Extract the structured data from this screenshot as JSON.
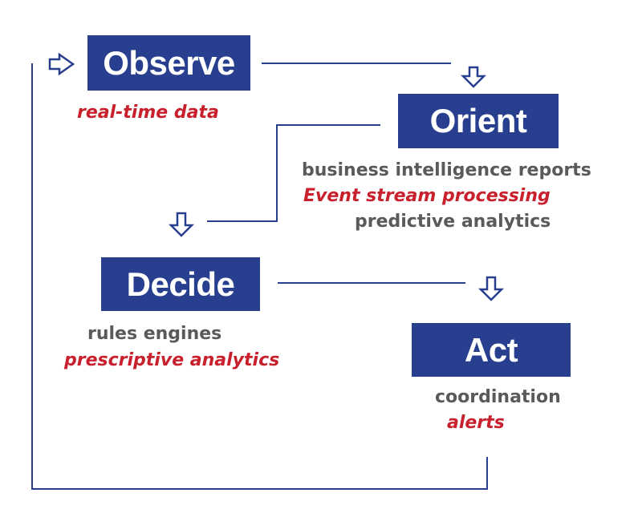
{
  "steps": {
    "observe": {
      "label": "Observe",
      "notes": [
        "real-time data"
      ]
    },
    "orient": {
      "label": "Orient",
      "notes": [
        "business intelligence reports",
        "Event stream processing",
        "predictive analytics"
      ]
    },
    "decide": {
      "label": "Decide",
      "notes": [
        "rules engines",
        "prescriptive analytics"
      ]
    },
    "act": {
      "label": "Act",
      "notes": [
        "coordination",
        "alerts"
      ]
    }
  },
  "colors": {
    "box_fill": "#283f8f",
    "connector": "#283f8f",
    "note_gray": "#5a5a5a",
    "note_red": "#c8202c"
  },
  "icons": {
    "entry_arrow": "arrow-right-outline-icon",
    "step_arrow": "arrow-down-outline-icon"
  }
}
